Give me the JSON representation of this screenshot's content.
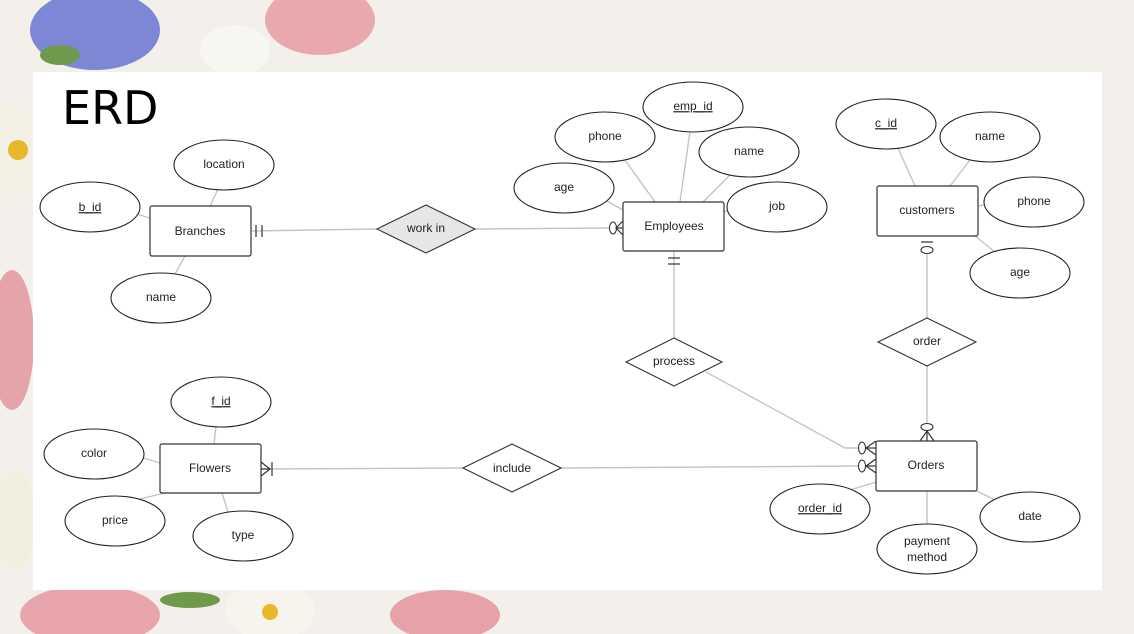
{
  "title": "ERD",
  "entities": {
    "branches": {
      "label": "Branches",
      "attributes": {
        "b_id": "b_id",
        "location": "location",
        "name": "name"
      }
    },
    "employees": {
      "label": "Employees",
      "attributes": {
        "emp_id": "emp_id",
        "phone": "phone",
        "name": "name",
        "age": "age",
        "job": "job"
      }
    },
    "customers": {
      "label": "customers",
      "attributes": {
        "c_id": "c_id",
        "name": "name",
        "phone": "phone",
        "age": "age"
      }
    },
    "orders": {
      "label": "Orders",
      "attributes": {
        "order_id": "order_id",
        "payment_line1": "payment",
        "payment_line2": "method",
        "date": "date"
      }
    },
    "flowers": {
      "label": "Flowers",
      "attributes": {
        "f_id": "f_id",
        "color": "color",
        "price": "price",
        "type": "type"
      }
    }
  },
  "relationships": {
    "work_in": "work in",
    "process": "process",
    "order": "order",
    "include": "include"
  },
  "colors": {
    "relationship_highlight": "#e6e6e6",
    "line": "#c4c4c4",
    "card": "#ffffff"
  }
}
